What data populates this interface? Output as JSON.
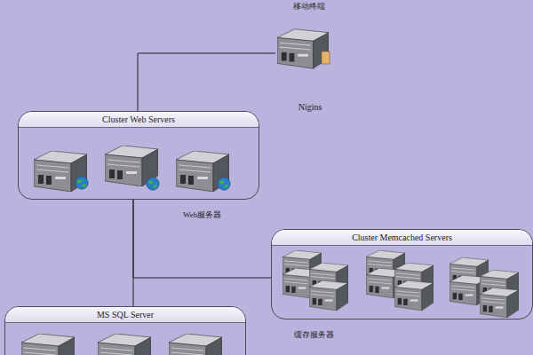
{
  "diagram": {
    "nodes": [
      {
        "text": [
          "Nigins"
        ]
      },
      {
        "text": [
          "Cluster Web Servers"
        ]
      },
      {
        "text": [
          "Cluster Memcached Servers"
        ]
      },
      {
        "text": [
          "MS SQL Server"
        ]
      }
    ],
    "edges": [
      {
        "from": 0,
        "to": 1,
        "arrow": "none"
      },
      {
        "from": 1,
        "to": 2,
        "arrow": "none"
      },
      {
        "from": 1,
        "to": 3,
        "arrow": "none"
      }
    ],
    "labels": [
      "移动终端",
      "Web服务器",
      "缓存服务器"
    ]
  }
}
